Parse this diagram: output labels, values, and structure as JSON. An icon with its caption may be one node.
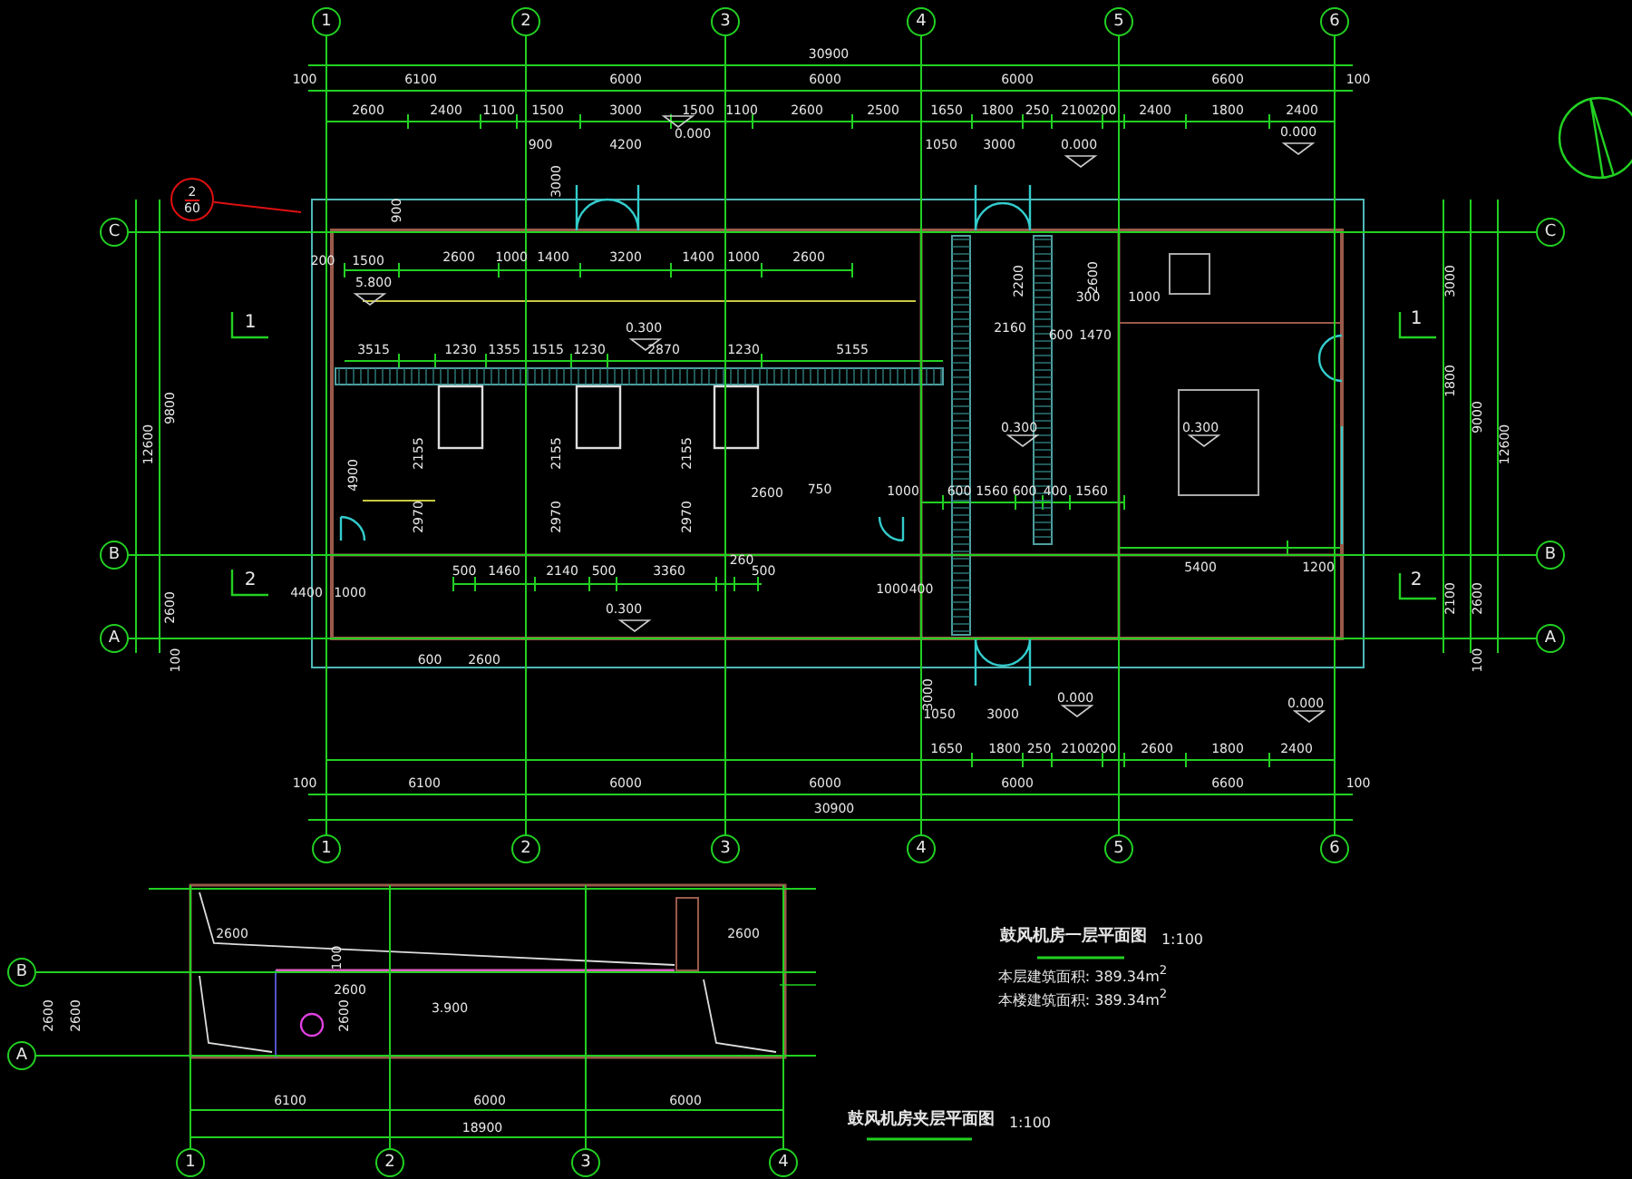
{
  "diagram": {
    "nodes": [
      {
        "text": [
          "1"
        ]
      },
      {
        "text": [
          "2"
        ]
      },
      {
        "text": [
          "3"
        ]
      },
      {
        "text": [
          "4"
        ]
      },
      {
        "text": [
          "5"
        ]
      },
      {
        "text": [
          "6"
        ]
      },
      {
        "text": [
          "1"
        ]
      },
      {
        "text": [
          "2"
        ]
      },
      {
        "text": [
          "3"
        ]
      },
      {
        "text": [
          "4"
        ]
      },
      {
        "text": [
          "5"
        ]
      },
      {
        "text": [
          "6"
        ]
      },
      {
        "text": [
          "C"
        ]
      },
      {
        "text": [
          "B"
        ]
      },
      {
        "text": [
          "A"
        ]
      },
      {
        "text": [
          "C"
        ]
      },
      {
        "text": [
          "B"
        ]
      },
      {
        "text": [
          "A"
        ]
      },
      {
        "text": [
          "B"
        ]
      },
      {
        "text": [
          "A"
        ]
      },
      {
        "text": [
          "1"
        ]
      },
      {
        "text": [
          "2"
        ]
      },
      {
        "text": [
          "3"
        ]
      },
      {
        "text": [
          "4"
        ]
      },
      {
        "text": [
          "2",
          "60"
        ]
      }
    ],
    "edges": [
      {
        "from": 0,
        "to": 6,
        "arrow": "none"
      },
      {
        "from": 1,
        "to": 7,
        "arrow": "none"
      },
      {
        "from": 2,
        "to": 8,
        "arrow": "none"
      },
      {
        "from": 3,
        "to": 9,
        "arrow": "none"
      },
      {
        "from": 4,
        "to": 10,
        "arrow": "none"
      },
      {
        "from": 5,
        "to": 11,
        "arrow": "none"
      },
      {
        "from": 12,
        "to": 15,
        "arrow": "none"
      },
      {
        "from": 13,
        "to": 16,
        "arrow": "none"
      },
      {
        "from": 14,
        "to": 17,
        "arrow": "none"
      },
      {
        "from": 24,
        "to": null,
        "arrow": "none",
        "color": "#e01010"
      }
    ],
    "labels": [
      "30900",
      "100",
      "6100",
      "6000",
      "6000",
      "6000",
      "6600",
      "100",
      "2600",
      "2400",
      "1100",
      "1500",
      "3000",
      "1500",
      "1100",
      "2600",
      "2500",
      "1650",
      "1800",
      "250",
      "2100",
      "200",
      "2400",
      "1800",
      "2400",
      "0.000",
      "900",
      "4200",
      "3000",
      "1050",
      "3000",
      "0.000",
      "0.000",
      "900",
      "200",
      "1500",
      "2600",
      "1000",
      "1400",
      "3200",
      "1400",
      "1000",
      "2600",
      "5.800",
      "0.300",
      "3515",
      "1230",
      "1355",
      "1515",
      "1230",
      "2870",
      "1230",
      "5155",
      "2155",
      "2155",
      "2155",
      "2970",
      "2970",
      "2970",
      "4900",
      "2600",
      "750",
      "500",
      "1460",
      "2140",
      "500",
      "3360",
      "260",
      "500",
      "4400",
      "1000",
      "0.300",
      "600",
      "2600",
      "2200",
      "2600",
      "300",
      "1000",
      "600",
      "1470",
      "2160",
      "0.300",
      "0.300",
      "1000",
      "600",
      "1560",
      "600",
      "400",
      "1560",
      "5400",
      "1200",
      "1000",
      "400",
      "3000",
      "1050",
      "3000",
      "0.000",
      "0.000",
      "1650",
      "1800",
      "250",
      "2100",
      "200",
      "2600",
      "1800",
      "2400",
      "100",
      "6100",
      "6000",
      "6000",
      "6000",
      "6600",
      "100",
      "30900",
      "12600",
      "9800",
      "2600",
      "100",
      "3000",
      "1800",
      "9000",
      "12600",
      "2100",
      "2600",
      "100",
      "1",
      "2",
      "1",
      "2",
      "2600",
      "2600",
      "100",
      "2600",
      "2600",
      "3.900",
      "2600",
      "2600",
      "6100",
      "6000",
      "6000",
      "18900",
      "鼓风机房一层平面图",
      "1:100",
      "本层建筑面积: 389.34m$^{2}$",
      "本楼建筑面积: 389.34m$^{2}$",
      "鼓风机房夹层平面图",
      "1:100"
    ]
  }
}
